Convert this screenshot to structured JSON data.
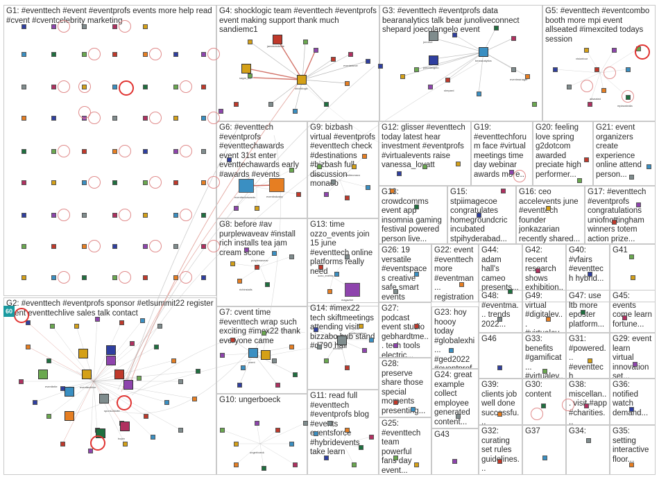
{
  "groups": [
    {
      "id": "G1",
      "label": "G1: #eventtech #event #eventprofs events more help read #cvent #cventcelebrity marketing"
    },
    {
      "id": "G2",
      "label": "G2: #eventtech #eventprofs sponsor #etlsummit22 register event eventtechlive sales talk contact"
    },
    {
      "id": "G3",
      "label": "G3: #eventtech #eventprofs data bearanalytics talk bear junoliveconnect shepard joecolangelo event"
    },
    {
      "id": "G4",
      "label": "G4: shocklogic team #eventtech #eventprofs event making support thank much sandiemc1"
    },
    {
      "id": "G5",
      "label": "G5: #eventtech #eventcombo booth more mpi event allseated #imexcited todays session"
    },
    {
      "id": "G6",
      "label": "G6: #eventtech #eventprofs #eventtechawards event 31st enter eventtechawards early #awards #events"
    },
    {
      "id": "G7",
      "label": "G7: cvent time #eventtech wrap such exciting #imex22 thank everyone came"
    },
    {
      "id": "G8",
      "label": "G8: before #av purplewaveav #install rich installs tea jam cream scone"
    },
    {
      "id": "G9",
      "label": "G9: bizbash virtual #eventprofs #eventtech check #destinations #bizbash full discussion monaco"
    },
    {
      "id": "G10",
      "label": "G10: ungerboeck"
    },
    {
      "id": "G11",
      "label": "G11: read full #eventtech #eventprofs blog #events eventsforce #hybridevents take learn"
    },
    {
      "id": "G12",
      "label": "G12: glisser #eventtech today latest hear investment #eventprofs #virtualevents raise vanessa_lovatt"
    },
    {
      "id": "G13",
      "label": "G13: time ozzo_events join 15 june #eventtech online platforms really need"
    },
    {
      "id": "G14",
      "label": "G14: #imex22 tech skiftmeetings attending visit bizzabo hub stand #d790 hall"
    },
    {
      "id": "G15",
      "label": "G15: stpiimagecoe congratulates homegroundcric incubated stpihyderabad..."
    },
    {
      "id": "G16",
      "label": "G16: ceo accelevents june #eventtech founder jonkazarian recently shared..."
    },
    {
      "id": "G17",
      "label": "G17: #eventtech #eventprofs congratulations uniofnottingham winners totem action prize..."
    },
    {
      "id": "G18",
      "label": "G18: crowdcomms event app insomnia gaming festival powered person live..."
    },
    {
      "id": "G19",
      "label": "G19: #eventtechforum face #virtual meetings time day webinar awards more..."
    },
    {
      "id": "G20",
      "label": "G20: feeling love spring g2dotcom awarded preciate high performer..."
    },
    {
      "id": "G21",
      "label": "G21: event organizers create experience online attend person..."
    },
    {
      "id": "G22",
      "label": "G22: event #eventtech more #eventman... registration learn..."
    },
    {
      "id": "G23",
      "label": "G23: hoy hoooy today #globalexhi... #ged2022 #eventprofs #eventtech..."
    },
    {
      "id": "G24",
      "label": "G24: great example collect employee generated content..."
    },
    {
      "id": "G25",
      "label": "G25: #eventtech team powerful fans day event..."
    },
    {
      "id": "G26",
      "label": "G26: 19 versatile #eventspaces creative safe smart events choose..."
    },
    {
      "id": "G27",
      "label": "G27: podcast event studio gebhardtme... tech tools electric..."
    },
    {
      "id": "G28",
      "label": "G28: preserve share those special moments presenting..."
    },
    {
      "id": "G29",
      "label": "G29: event learn virtual innovation set..."
    },
    {
      "id": "G30",
      "label": "G30: content"
    },
    {
      "id": "G31",
      "label": "G31: #powered... #eventtech grupoeve..."
    },
    {
      "id": "G32",
      "label": "G32: curating set rules guidelines..."
    },
    {
      "id": "G33",
      "label": "G33: benefits #gamificat... #virtualev..."
    },
    {
      "id": "G34",
      "label": "G34:"
    },
    {
      "id": "G35",
      "label": "G35: setting interactive floor..."
    },
    {
      "id": "G36",
      "label": "G36: notified watch demand..."
    },
    {
      "id": "G37",
      "label": "G37"
    },
    {
      "id": "G38",
      "label": "G38: miscellan... visit #app #charities..."
    },
    {
      "id": "G39",
      "label": "G39: clients job well done successfu..."
    },
    {
      "id": "G40",
      "label": "G40: #vfairs #eventtech hybrid..."
    },
    {
      "id": "G41",
      "label": "G41"
    },
    {
      "id": "G42",
      "label": "G42: recent research shows exhibition..."
    },
    {
      "id": "G43",
      "label": "G43"
    },
    {
      "id": "G44",
      "label": "G44: adam hall's cameo presents..."
    },
    {
      "id": "G45",
      "label": "G45: events come learn fortune..."
    },
    {
      "id": "G46",
      "label": "G46"
    },
    {
      "id": "G47",
      "label": "G47: use ltb more eposter platform..."
    },
    {
      "id": "G48",
      "label": "G48: #eventma... trends 2022..."
    },
    {
      "id": "G49",
      "label": "G49: virtual #digitalev... #virtualev..."
    }
  ],
  "node_labels": {
    "g4_a": "jamesmcbride",
    "g4_b": "shocklogic",
    "g4_c": "sagar_bd",
    "g4_d": "eventsforce",
    "g3_a": "junolive",
    "g3_b": "bearanalytics",
    "g3_c": "joecolangelo",
    "g3_d": "eventmanager",
    "g3_e": "shepard",
    "g5_a": "visiontour",
    "g5_b": "allseated",
    "g5_c": "mpiaustralia",
    "g6_a": "eventtechawards",
    "g6_b": "eventindustry",
    "g7_a": "cvent",
    "g8_a": "purplewaveav",
    "g8_b": "richinstalls",
    "g9_a": "bizbash",
    "g9_b": "visitmonaco",
    "g13_a": "ozzo_events",
    "g13_b": "magazine",
    "g14_a": "bizzabo",
    "g14_b": "skiftmeetings",
    "g2_a": "eventtechlive",
    "g2_b": "sponsorsuite",
    "g2_c": "eventbrite",
    "g2_d": "hopin",
    "g10_a": "ungerboeck",
    "badge": "60"
  },
  "colors": {
    "edge_default": "#9a9a9a",
    "edge_strong": "#c0392b",
    "loop": "#e08a8a",
    "loop_strong": "#e0312f",
    "badge": "#1a9aa0"
  },
  "node_palette": [
    "#2f3fa0",
    "#6aa84f",
    "#d4a017",
    "#8e44ad",
    "#c0392b",
    "#3a8fc2",
    "#7f8c8d",
    "#e67e22",
    "#1f6f3f",
    "#b03060"
  ]
}
